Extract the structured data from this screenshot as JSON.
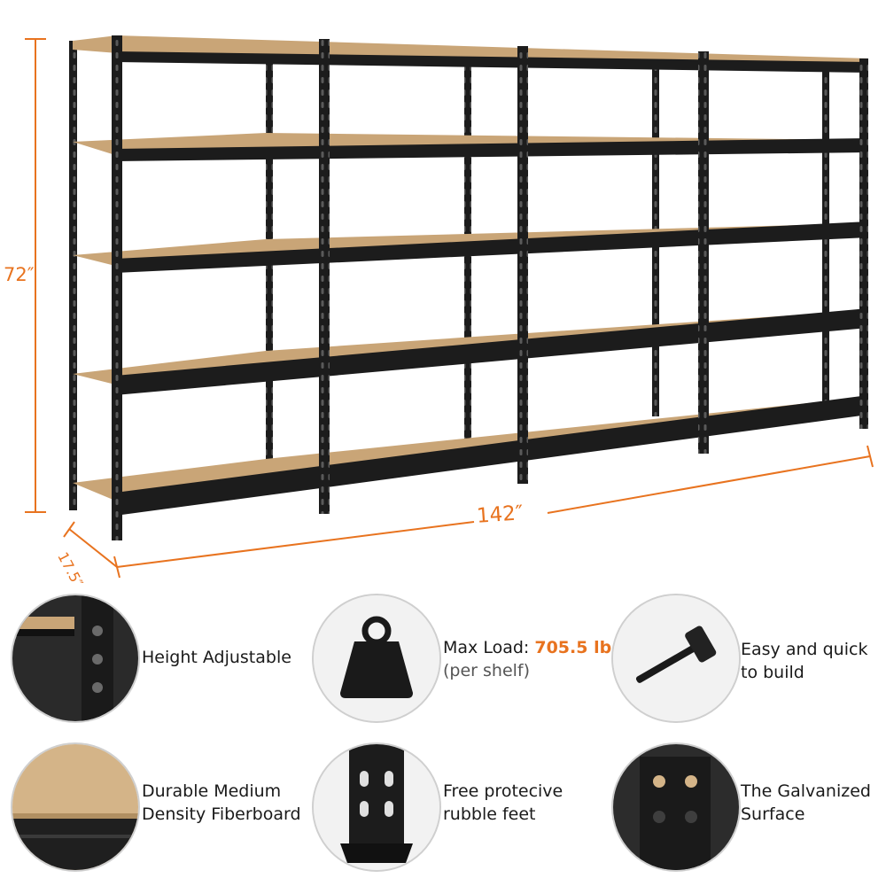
{
  "dimensions": {
    "height": "72″",
    "width": "142″",
    "depth": "17.5″"
  },
  "colors": {
    "accent": "#e8731f",
    "frame": "#1c1c1c",
    "board": "#c9a577"
  },
  "features": [
    {
      "icon": "height-adjustable-closeup",
      "line1": "Height Adjustable"
    },
    {
      "icon": "weight-icon",
      "label": "Max Load:",
      "value": "705.5 lb",
      "sub": "(per shelf)"
    },
    {
      "icon": "mallet-icon",
      "line1": "Easy and quick",
      "line2": "to build"
    },
    {
      "icon": "fiberboard-closeup",
      "line1": "Durable Medium",
      "line2": "Density Fiberboard"
    },
    {
      "icon": "rubber-foot-closeup",
      "line1": "Free protecive",
      "line2": "rubble feet"
    },
    {
      "icon": "galvanized-surface-closeup",
      "line1": "The Galvanized",
      "line2": "Surface"
    }
  ]
}
